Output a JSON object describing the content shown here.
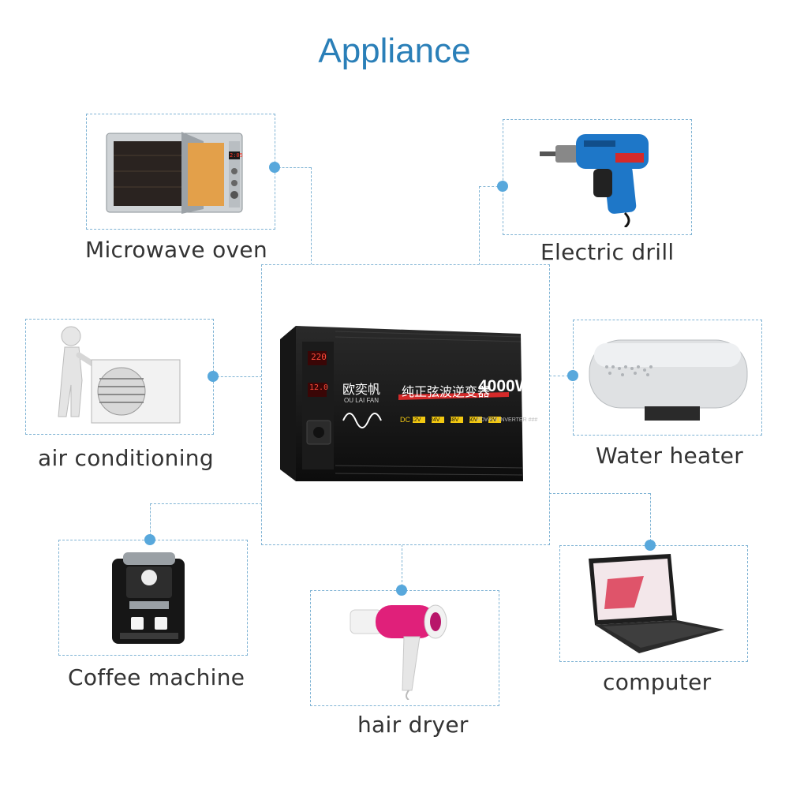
{
  "title": "Appliance",
  "appliances": {
    "microwave": {
      "label": "Microwave oven",
      "icon": "microwave-icon",
      "display": "2:05"
    },
    "drill": {
      "label": "Electric drill",
      "icon": "drill-icon"
    },
    "ac": {
      "label": "air conditioning",
      "icon": "air-conditioner-icon"
    },
    "heater": {
      "label": "Water heater",
      "icon": "water-heater-icon"
    },
    "coffee": {
      "label": "Coffee machine",
      "icon": "coffee-machine-icon"
    },
    "dryer": {
      "label": "hair dryer",
      "icon": "hair-dryer-icon"
    },
    "computer": {
      "label": "computer",
      "icon": "laptop-icon"
    }
  },
  "inverter": {
    "icon": "inverter-icon",
    "brand_cn": "欧奕帆",
    "brand_en": "OU  LAI  FAN",
    "product_cn": "纯正弦波逆变器",
    "wattage": "4000W",
    "subtitle": "POWER INVERTER ###",
    "dc_label": "DC",
    "voltages": [
      "12V",
      "24V",
      "48V",
      "60V",
      "72V"
    ],
    "display_top": "220",
    "display_bottom": "12.0"
  },
  "colors": {
    "accent": "#2a7fb8",
    "connector": "#7fb3d4",
    "dot": "#58a8dc",
    "inverter_red": "#d42a2a",
    "drill_blue": "#1e77c8",
    "dryer_pink": "#e0207a"
  }
}
